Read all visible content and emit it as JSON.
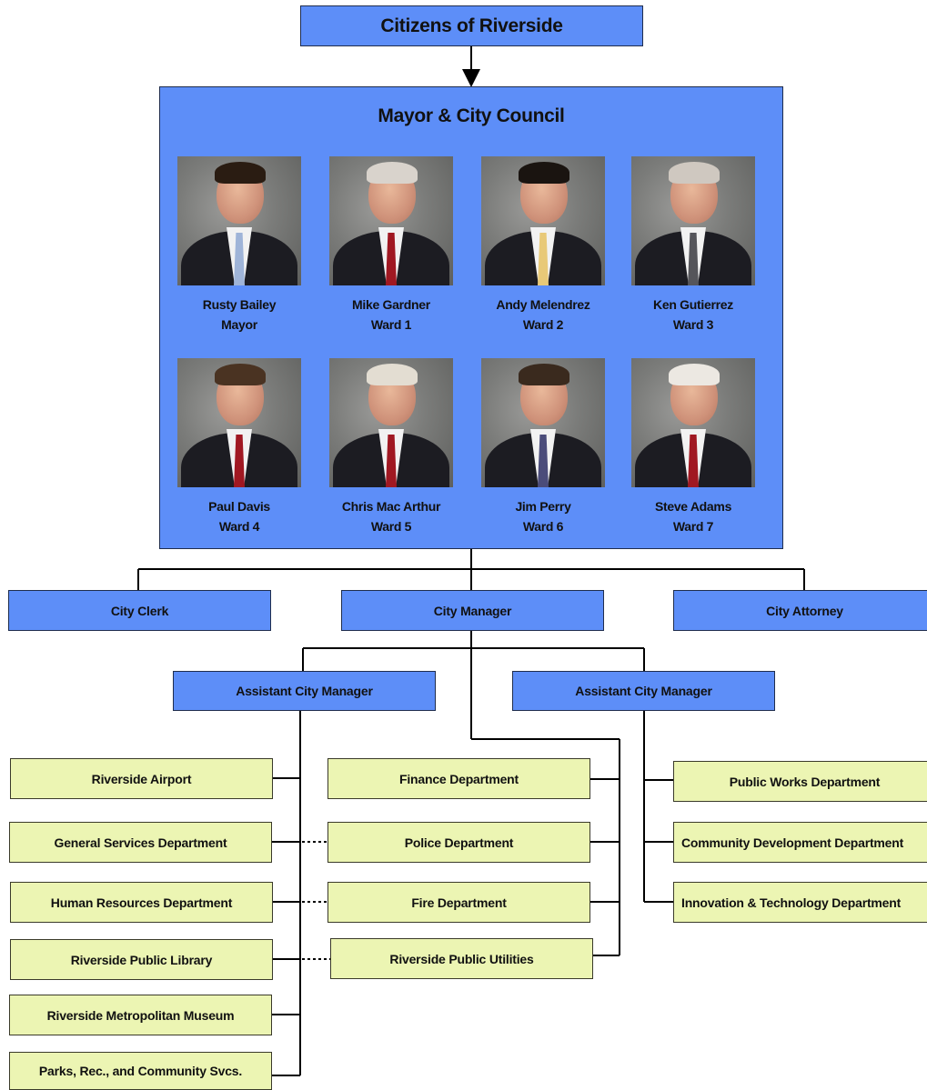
{
  "top": {
    "label": "Citizens of Riverside"
  },
  "council": {
    "title": "Mayor & City Council",
    "members": [
      {
        "name": "Rusty Bailey",
        "role": "Mayor",
        "hair": "#2a1c12",
        "tie": "#9fb4d8"
      },
      {
        "name": "Mike Gardner",
        "role": "Ward 1",
        "hair": "#d9d3cc",
        "tie": "#a01822"
      },
      {
        "name": "Andy Melendrez",
        "role": "Ward 2",
        "hair": "#1a1410",
        "tie": "#e8c978"
      },
      {
        "name": "Ken Gutierrez",
        "role": "Ward 3",
        "hair": "#cfc8c0",
        "tie": "#55555a"
      },
      {
        "name": "Paul Davis",
        "role": "Ward 4",
        "hair": "#4a3322",
        "tie": "#a01822"
      },
      {
        "name": "Chris Mac Arthur",
        "role": "Ward 5",
        "hair": "#e3ddd2",
        "tie": "#a01822"
      },
      {
        "name": "Jim Perry",
        "role": "Ward 6",
        "hair": "#3a2a1e",
        "tie": "#4b4c7a"
      },
      {
        "name": "Steve Adams",
        "role": "Ward 7",
        "hair": "#ece8e2",
        "tie": "#a01822"
      }
    ]
  },
  "level2": {
    "clerk": "City Clerk",
    "manager": "City Manager",
    "attorney": "City Attorney"
  },
  "assistants": {
    "left": "Assistant City Manager",
    "right": "Assistant City Manager"
  },
  "departments": {
    "left": [
      "Riverside Airport",
      "General Services Department",
      "Human Resources Department",
      "Riverside Public Library",
      "Riverside Metropolitan Museum",
      "Parks, Rec., and Community Svcs."
    ],
    "center": [
      "Finance Department",
      "Police Department",
      "Fire Department",
      "Riverside Public Utilities"
    ],
    "right": [
      "Public Works Department",
      "Community Development Department",
      "Innovation & Technology Department"
    ]
  },
  "colors": {
    "box_blue": "#5d8ef8",
    "box_green": "#ecf5b3",
    "line": "#000000",
    "skin": "#d8a58a",
    "suit": "#1c1c22",
    "shirt": "#f2f2f2",
    "backdrop": "#7b7c7a"
  }
}
